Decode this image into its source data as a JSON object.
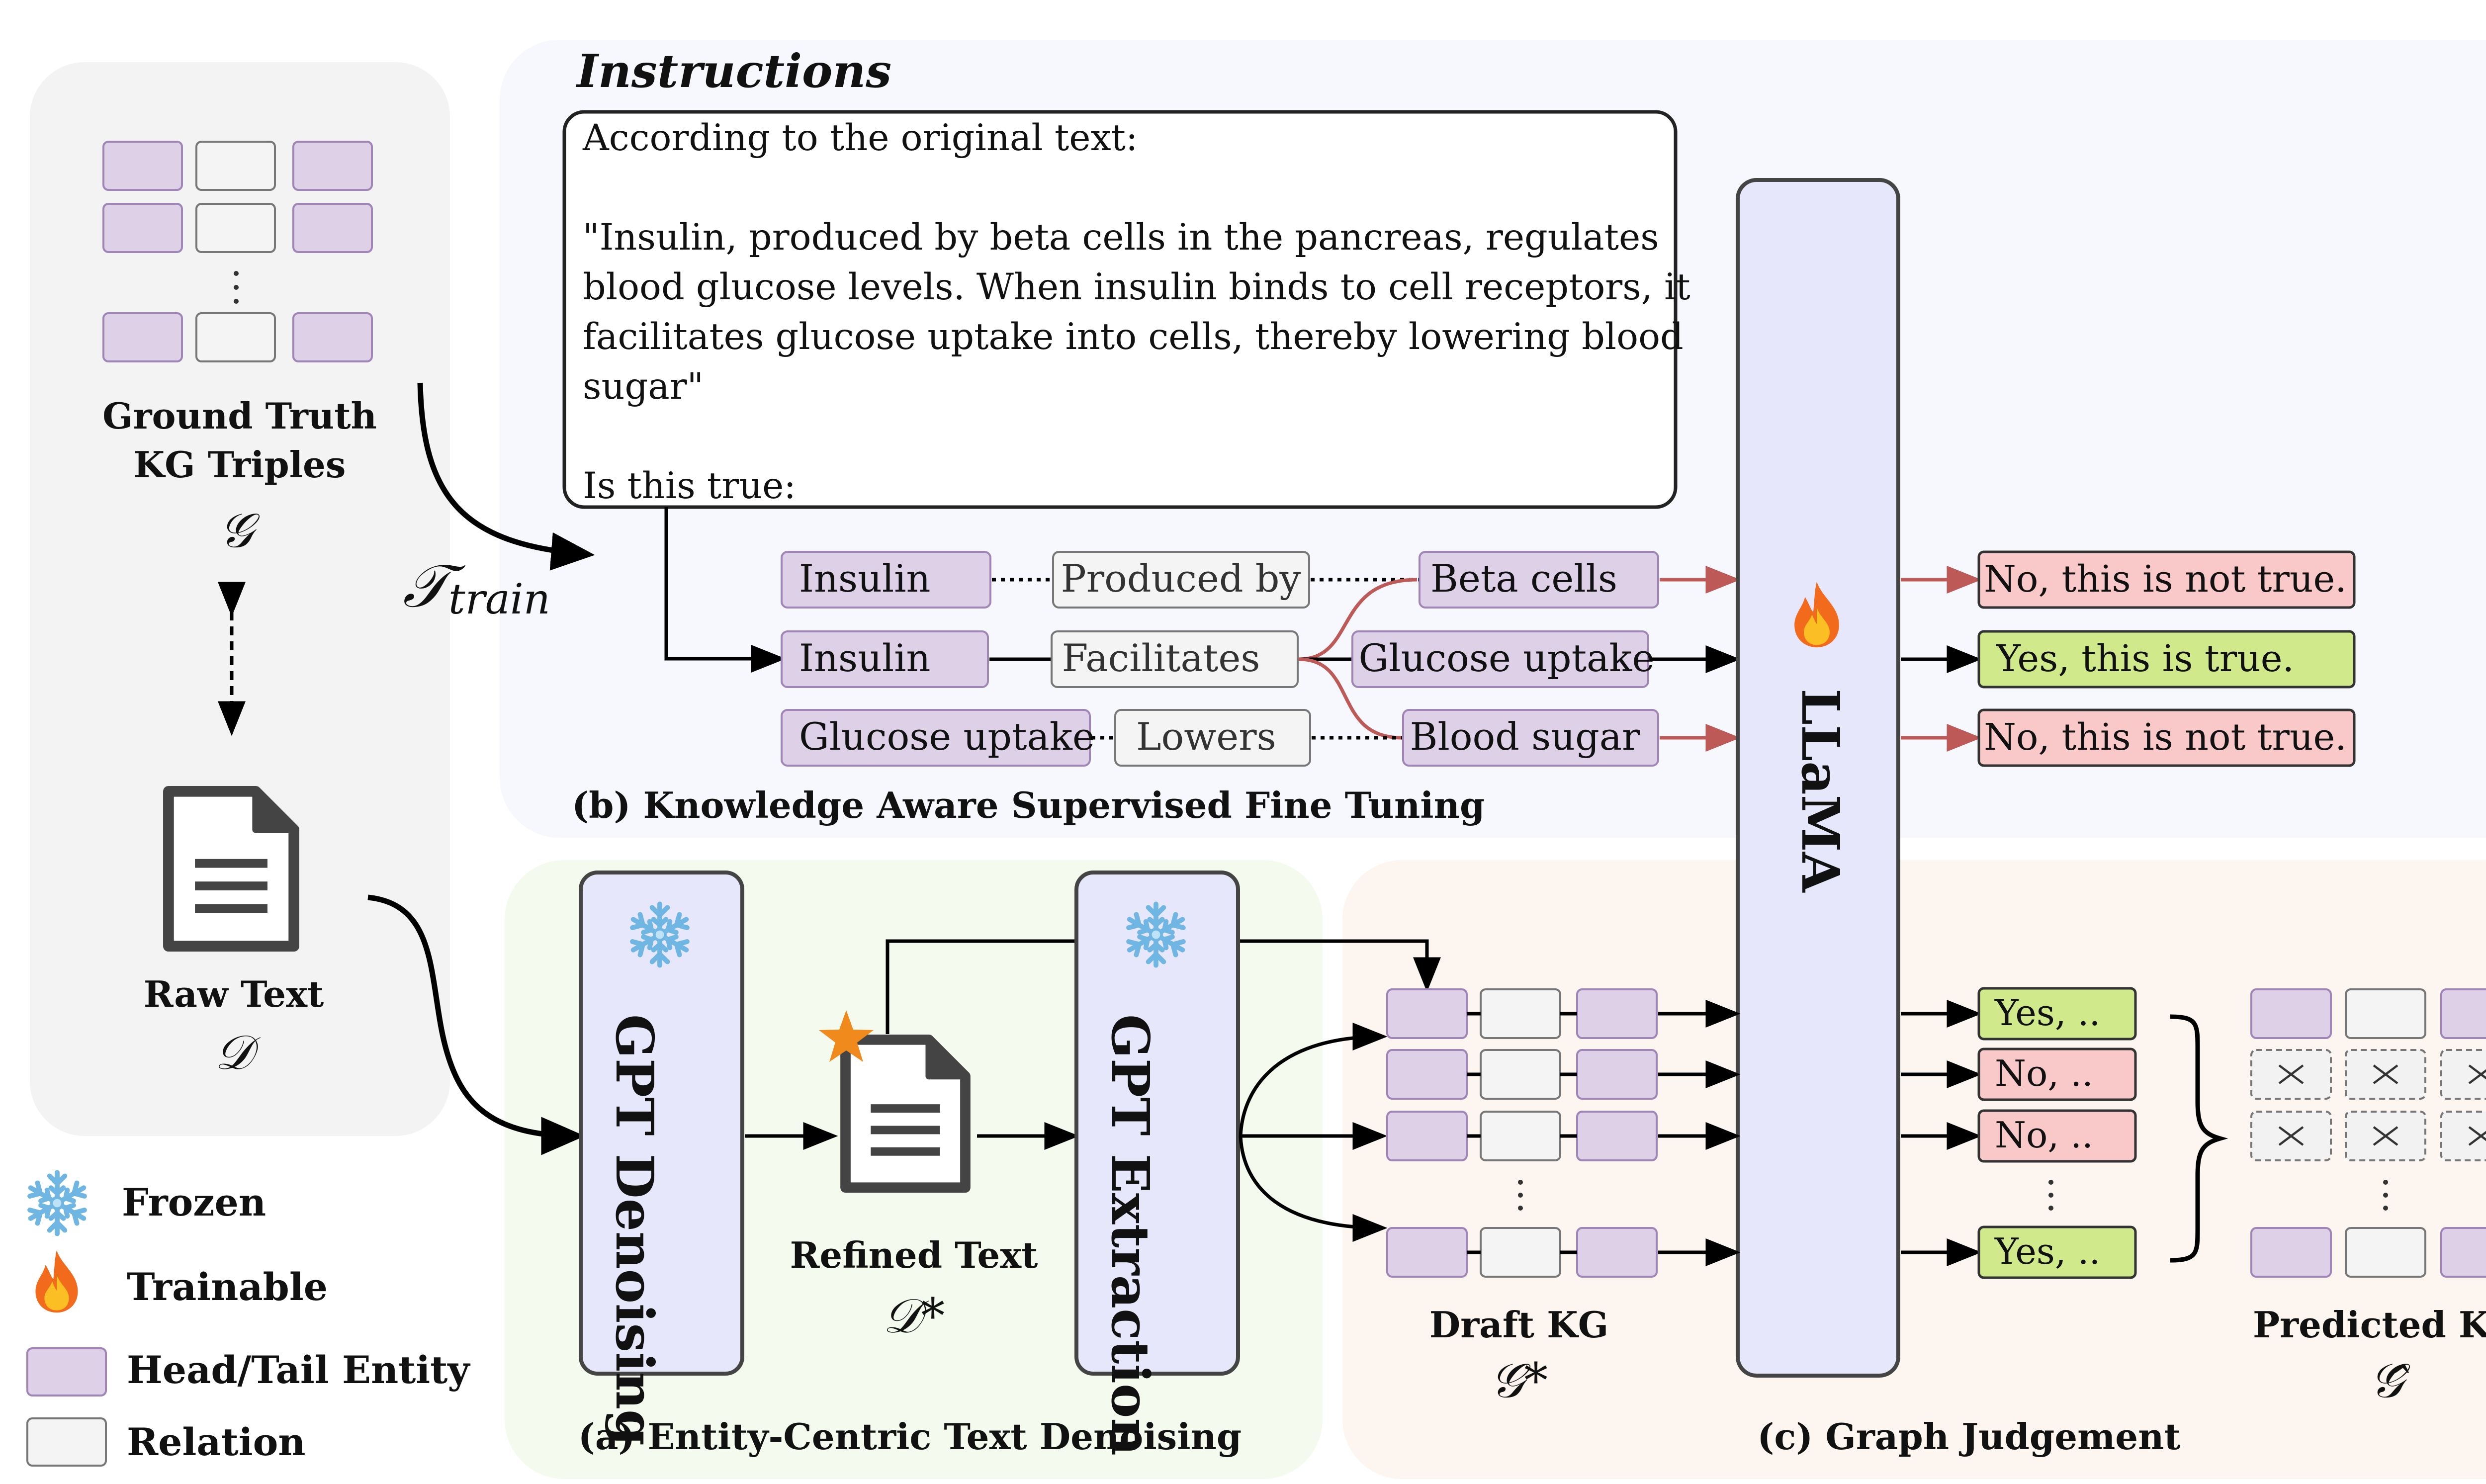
{
  "groundTruth": {
    "label1": "Ground Truth",
    "label2": "KG Triples",
    "symbol": "𝒢"
  },
  "rawText": {
    "label": "Raw Text",
    "symbol": "𝒟"
  },
  "trainSymbol": {
    "main": "𝒯",
    "sub": "train"
  },
  "instructions": {
    "title": "Instructions",
    "prompt": [
      "According to the original text:",
      "",
      "\"Insulin, produced by beta cells in the pancreas, regulates",
      "blood glucose levels. When insulin binds to cell receptors, it",
      "facilitates glucose uptake into cells, thereby lowering blood",
      "sugar\"",
      "",
      "Is this true:"
    ]
  },
  "sft": {
    "caption": "(b) Knowledge Aware Supervised Fine Tuning",
    "triples": [
      {
        "head": "Insulin",
        "relation": "Produced by",
        "tail": "Beta cells"
      },
      {
        "head": "Insulin",
        "relation": "Facilitates",
        "tail": "Glucose uptake"
      },
      {
        "head": "Glucose uptake",
        "relation": "Lowers",
        "tail": "Blood sugar"
      }
    ],
    "answers": [
      {
        "text": "No, this is not true.",
        "status": "no"
      },
      {
        "text": "Yes, this is true.",
        "status": "yes"
      },
      {
        "text": "No, this is not true.",
        "status": "no"
      }
    ]
  },
  "llama": {
    "label": "LLaMA"
  },
  "denoising": {
    "caption": "(a) Entity-Centric Text Denoising",
    "gptDenoising": "GPT Denoising",
    "gptExtraction": "GPT Extraction",
    "refinedLabel": "Refined Text",
    "refinedSymbol": "𝒟*"
  },
  "judgement": {
    "caption": "(c) Graph Judgement",
    "draftLabel": "Draft KG",
    "draftSymbol": "𝒢*",
    "predictedLabel": "Predicted KG",
    "predictedSymbol": "𝒢̂",
    "results": [
      {
        "text": "Yes, ..",
        "status": "yes"
      },
      {
        "text": "No, ..",
        "status": "no"
      },
      {
        "text": "No, ..",
        "status": "no"
      },
      {
        "text": "Yes, ..",
        "status": "yes"
      }
    ]
  },
  "legend": [
    {
      "icon": "snowflake-icon",
      "label": "Frozen"
    },
    {
      "icon": "flame-icon",
      "label": "Trainable"
    },
    {
      "icon": "entity-swatch",
      "label": "Head/Tail Entity"
    },
    {
      "icon": "relation-swatch",
      "label": "Relation"
    }
  ],
  "colors": {
    "entity": "#ddd0e7",
    "entityStroke": "#9f86b6",
    "relation": "#f4f4f4",
    "relationStroke": "#777777",
    "yes": "#cfe98b",
    "no": "#f9c9c9",
    "llm": "#e7e7fb",
    "panelGray": "#f3f3f3",
    "panelBlue": "#f7f8fd",
    "panelGreen": "#f5faee",
    "panelPeach": "#fdf6f0",
    "redArrow": "#bd5a58"
  }
}
